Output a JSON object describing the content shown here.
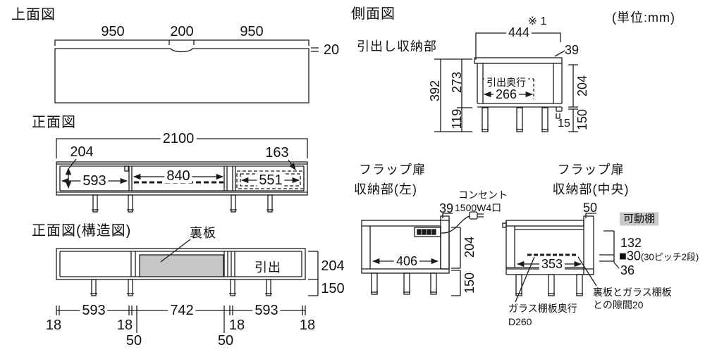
{
  "unit_label": "(単位:mm)",
  "top_view": {
    "title": "上面図",
    "dim_left": "950",
    "dim_center": "200",
    "dim_right": "950",
    "thickness": "20"
  },
  "front_view": {
    "title": "正面図",
    "overall_width": "2100",
    "inner_height": "204",
    "drawer_offset": "163",
    "left_width": "593",
    "center_width": "840",
    "drawer_width": "551"
  },
  "structure_view": {
    "title": "正面図(構造図)",
    "back_panel": "裏板",
    "drawer": "引出",
    "inner_height": "204",
    "leg_height": "150",
    "span_left": "593",
    "span_center": "742",
    "span_right": "593",
    "edge_1": "18",
    "edge_2": "18",
    "edge_3": "18",
    "edge_4": "18",
    "inset_left": "50",
    "inset_right": "50"
  },
  "side_view": {
    "title": "側面図",
    "subtitle": "引出し収納部",
    "ref_mark": "※ 1",
    "depth": "444",
    "top_thickness": "39",
    "total_height": "392",
    "upper_height": "273",
    "leg_zone": "119",
    "drawer_depth_label": "引出奥行",
    "drawer_depth": "266",
    "inner_height": "204",
    "leg_height": "150",
    "bottom_lip": "15"
  },
  "flap_left": {
    "title_1": "フラップ扉",
    "title_2": "収納部(左)",
    "outlet_1": "コンセント",
    "outlet_2": "1500W4口",
    "door_thickness": "39",
    "inner_width": "406",
    "inner_height": "204",
    "leg_height": "150"
  },
  "flap_center": {
    "title_1": "フラップ扉",
    "title_2": "収納部(中央)",
    "door_thickness": "50",
    "shelf_tag": "可動棚",
    "dim_upper": "132",
    "pitch_value": "■30",
    "pitch_note": "(30ピッチ2段)",
    "dim_lower": "36",
    "inner_width": "353",
    "gap_note_1": "裏板とガラス棚板",
    "gap_note_2": "との隙間20",
    "shelf_depth_1": "ガラス棚板奥行",
    "shelf_depth_2": "D260"
  }
}
